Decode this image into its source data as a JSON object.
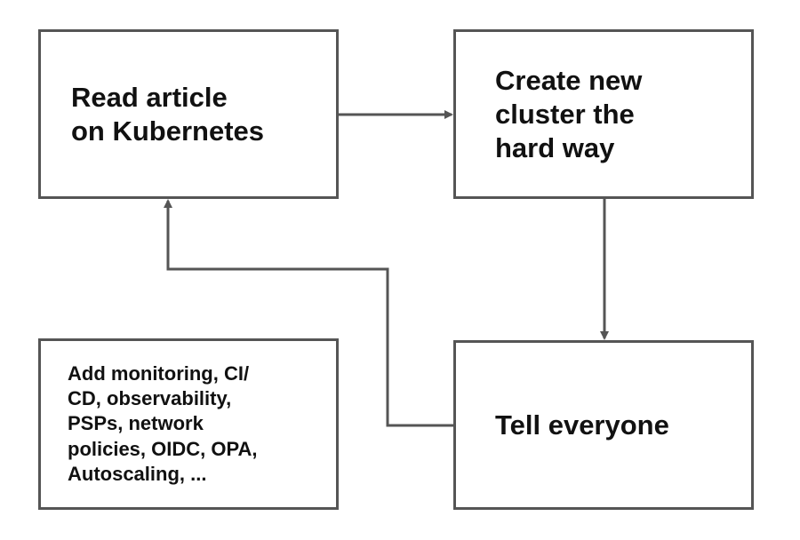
{
  "nodes": {
    "read_article": "Read article\non Kubernetes",
    "create_cluster": "Create new\ncluster the\nhard way",
    "tell_everyone": "Tell everyone",
    "add_monitoring": "Add monitoring, CI/\nCD, observability,\nPSPs, network\npolicies, OIDC, OPA,\nAutoscaling, ..."
  },
  "edges": [
    {
      "from": "read_article",
      "to": "create_cluster"
    },
    {
      "from": "create_cluster",
      "to": "tell_everyone"
    },
    {
      "from": "tell_everyone",
      "to": "read_article"
    }
  ],
  "colors": {
    "stroke": "#555555",
    "text": "#111111",
    "background": "#ffffff"
  }
}
